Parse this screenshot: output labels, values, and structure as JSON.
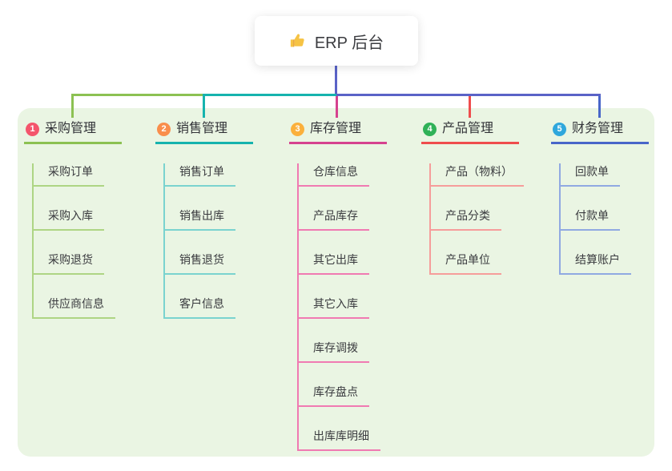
{
  "root": {
    "label": "ERP 后台",
    "icon": "thumbs-up-icon",
    "icon_color": "#f6c344"
  },
  "panel_bg": "#eaf5e3",
  "connector_color": "#5a63c7",
  "branches": [
    {
      "badge": "1",
      "label": "采购管理",
      "badge_color": "#f4556c",
      "line_color": "#8cc152",
      "child_line_color": "#aed584",
      "children": [
        "采购订单",
        "采购入库",
        "采购退货",
        "供应商信息"
      ]
    },
    {
      "badge": "2",
      "label": "销售管理",
      "badge_color": "#f98e4b",
      "line_color": "#16b3ae",
      "child_line_color": "#7ad3cf",
      "children": [
        "销售订单",
        "销售出库",
        "销售退货",
        "客户信息"
      ]
    },
    {
      "badge": "3",
      "label": "库存管理",
      "badge_color": "#fbb03c",
      "line_color": "#d6428f",
      "child_line_color": "#f07ab2",
      "children": [
        "仓库信息",
        "产品库存",
        "其它出库",
        "其它入库",
        "库存调拨",
        "库存盘点",
        "出库库明细"
      ]
    },
    {
      "badge": "4",
      "label": "产品管理",
      "badge_color": "#2fb157",
      "line_color": "#ef4d4d",
      "child_line_color": "#f69d9b",
      "children": [
        "产品（物料）",
        "产品分类",
        "产品单位"
      ]
    },
    {
      "badge": "5",
      "label": "财务管理",
      "badge_color": "#2fa7dc",
      "line_color": "#4866c9",
      "child_line_color": "#90a9e2",
      "children": [
        "回款单",
        "付款单",
        "结算账户"
      ]
    }
  ]
}
